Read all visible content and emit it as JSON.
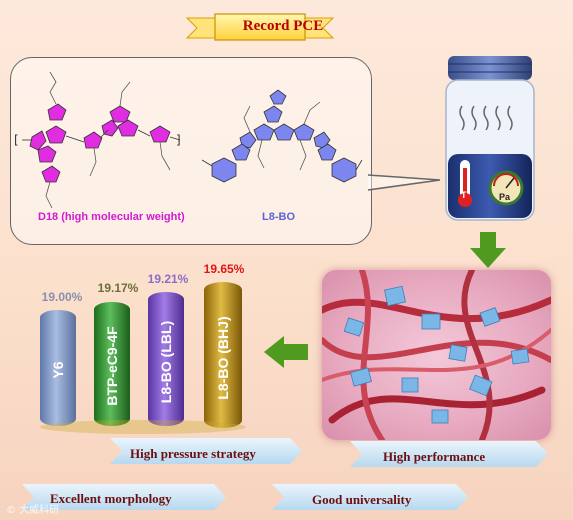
{
  "title": "Record PCE",
  "molecules": {
    "donor_label": "D18 (high molecular weight)",
    "acceptor_label": "L8-BO",
    "donor_color": "#d21ad2",
    "acceptor_color": "#5a63d8"
  },
  "jar": {
    "thermometer_label": "T",
    "gauge_label": "Pa"
  },
  "devices": [
    {
      "name": "Y6",
      "pce": "19.00%",
      "color": "#7f96c2",
      "pce_color": "#8a8fb0"
    },
    {
      "name": "BTP-eC9-4F",
      "pce": "19.17%",
      "color": "#2f8f2f",
      "pce_color": "#6e6e3c"
    },
    {
      "name": "L8-BO (LBL)",
      "pce": "19.21%",
      "color": "#7b4fc4",
      "pce_color": "#8a6fc9"
    },
    {
      "name": "L8-BO (BHJ)",
      "pce": "19.65%",
      "color": "#b8860b",
      "pce_color": "#e11414"
    }
  ],
  "labels": {
    "high_pressure": "High pressure strategy",
    "high_performance": "High performance",
    "excellent_morphology": "Excellent morphology",
    "good_universality": "Good universality"
  },
  "watermark": "© 大威科研",
  "colors": {
    "arrow_green": "#4f9a1f",
    "strip_blue": "#cfe6f5",
    "title_red": "#b80000"
  }
}
